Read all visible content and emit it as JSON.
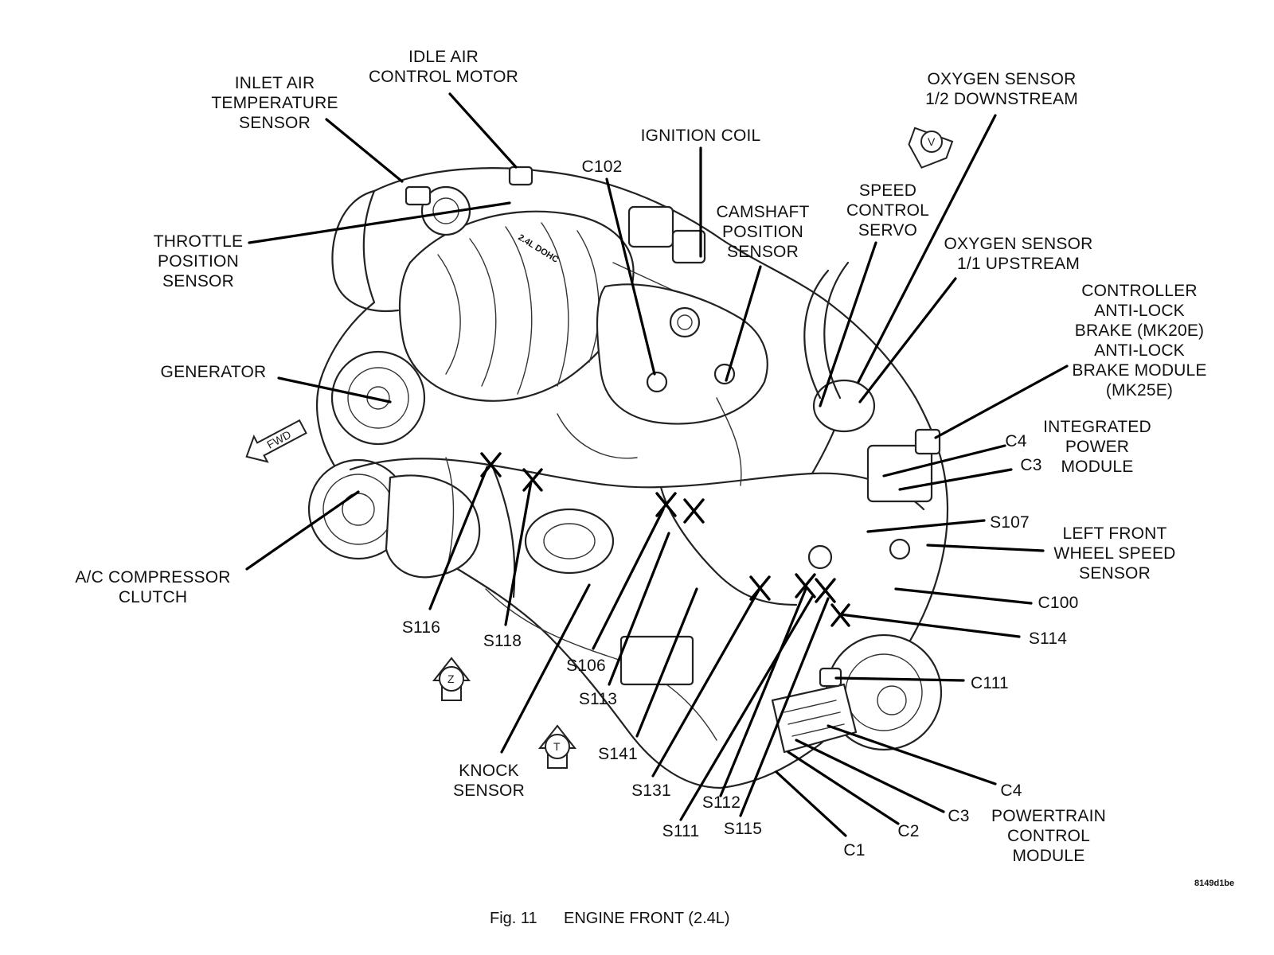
{
  "figure": {
    "caption_number": "Fig. 11",
    "caption_title": "ENGINE FRONT (2.4L)",
    "image_code": "8149d1be",
    "engine_badge": "2.4L DOHC"
  },
  "view_symbols": {
    "v": "V",
    "z": "Z",
    "t": "T",
    "fwd": "FWD"
  },
  "labels": [
    {
      "id": "inlet-air-temperature-sensor",
      "lines": [
        "INLET AIR",
        "TEMPERATURE",
        "SENSOR"
      ]
    },
    {
      "id": "idle-air-control-motor",
      "lines": [
        "IDLE AIR",
        "CONTROL MOTOR"
      ]
    },
    {
      "id": "ignition-coil",
      "lines": [
        "IGNITION COIL"
      ]
    },
    {
      "id": "c102",
      "lines": [
        "C102"
      ]
    },
    {
      "id": "oxygen-sensor-downstream",
      "lines": [
        "OXYGEN SENSOR",
        "1/2 DOWNSTREAM"
      ]
    },
    {
      "id": "speed-control-servo",
      "lines": [
        "SPEED",
        "CONTROL",
        "SERVO"
      ]
    },
    {
      "id": "camshaft-position-sensor",
      "lines": [
        "CAMSHAFT",
        "POSITION",
        "SENSOR"
      ]
    },
    {
      "id": "oxygen-sensor-upstream",
      "lines": [
        "OXYGEN SENSOR",
        "1/1 UPSTREAM"
      ]
    },
    {
      "id": "throttle-position-sensor",
      "lines": [
        "THROTTLE",
        "POSITION",
        "SENSOR"
      ]
    },
    {
      "id": "controller-anti-lock-brake",
      "lines": [
        "CONTROLLER",
        "ANTI-LOCK",
        "BRAKE (MK20E)",
        "ANTI-LOCK",
        "BRAKE MODULE",
        "(MK25E)"
      ]
    },
    {
      "id": "generator",
      "lines": [
        "GENERATOR"
      ]
    },
    {
      "id": "integrated-power-module",
      "lines": [
        "INTEGRATED",
        "POWER",
        "MODULE"
      ]
    },
    {
      "id": "c4-upper",
      "lines": [
        "C4"
      ]
    },
    {
      "id": "c3-upper",
      "lines": [
        "C3"
      ]
    },
    {
      "id": "s107",
      "lines": [
        "S107"
      ]
    },
    {
      "id": "left-front-wheel-speed-sensor",
      "lines": [
        "LEFT FRONT",
        "WHEEL SPEED",
        "SENSOR"
      ]
    },
    {
      "id": "ac-compressor-clutch",
      "lines": [
        "A/C COMPRESSOR",
        "CLUTCH"
      ]
    },
    {
      "id": "c100",
      "lines": [
        "C100"
      ]
    },
    {
      "id": "s114",
      "lines": [
        "S114"
      ]
    },
    {
      "id": "s116",
      "lines": [
        "S116"
      ]
    },
    {
      "id": "s118",
      "lines": [
        "S118"
      ]
    },
    {
      "id": "s106",
      "lines": [
        "S106"
      ]
    },
    {
      "id": "c111",
      "lines": [
        "C111"
      ]
    },
    {
      "id": "s113",
      "lines": [
        "S113"
      ]
    },
    {
      "id": "knock-sensor",
      "lines": [
        "KNOCK",
        "SENSOR"
      ]
    },
    {
      "id": "s141",
      "lines": [
        "S141"
      ]
    },
    {
      "id": "s131",
      "lines": [
        "S131"
      ]
    },
    {
      "id": "s112",
      "lines": [
        "S112"
      ]
    },
    {
      "id": "c4-lower",
      "lines": [
        "C4"
      ]
    },
    {
      "id": "c3-lower",
      "lines": [
        "C3"
      ]
    },
    {
      "id": "powertrain-control-module",
      "lines": [
        "POWERTRAIN",
        "CONTROL",
        "MODULE"
      ]
    },
    {
      "id": "c2",
      "lines": [
        "C2"
      ]
    },
    {
      "id": "s111",
      "lines": [
        "S111"
      ]
    },
    {
      "id": "s115",
      "lines": [
        "S115"
      ]
    },
    {
      "id": "c1",
      "lines": [
        "C1"
      ]
    }
  ]
}
